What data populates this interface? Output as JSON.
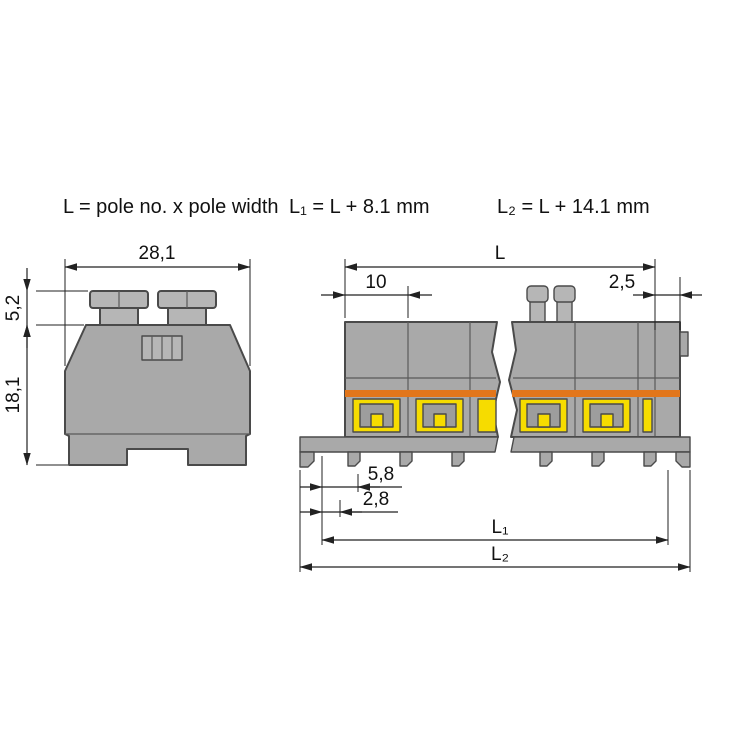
{
  "formulas": {
    "f1": "L = pole no. x pole width",
    "f2": "L₁ = L + 8.1 mm",
    "f3": "L₂ = L + 14.1 mm"
  },
  "side_view": {
    "width_label": "28,1",
    "lever_height_label": "5,2",
    "body_height_label": "18,1"
  },
  "front_view": {
    "overall_label": "L",
    "pole_width_label": "10",
    "end_plate_label": "2,5",
    "foot_offset_label": "5,8",
    "foot_offset2_label": "2,8",
    "l1_label": "L₁",
    "l2_label": "L₂"
  },
  "colors": {
    "body_gray": "#a9a9a9",
    "detail_gray": "#b6b6b6",
    "clamp_gray": "#9d9d9d",
    "terminal_yellow": "#f6dc00",
    "strip_orange": "#e2761b",
    "line_dark": "#222222",
    "background": "#ffffff"
  }
}
